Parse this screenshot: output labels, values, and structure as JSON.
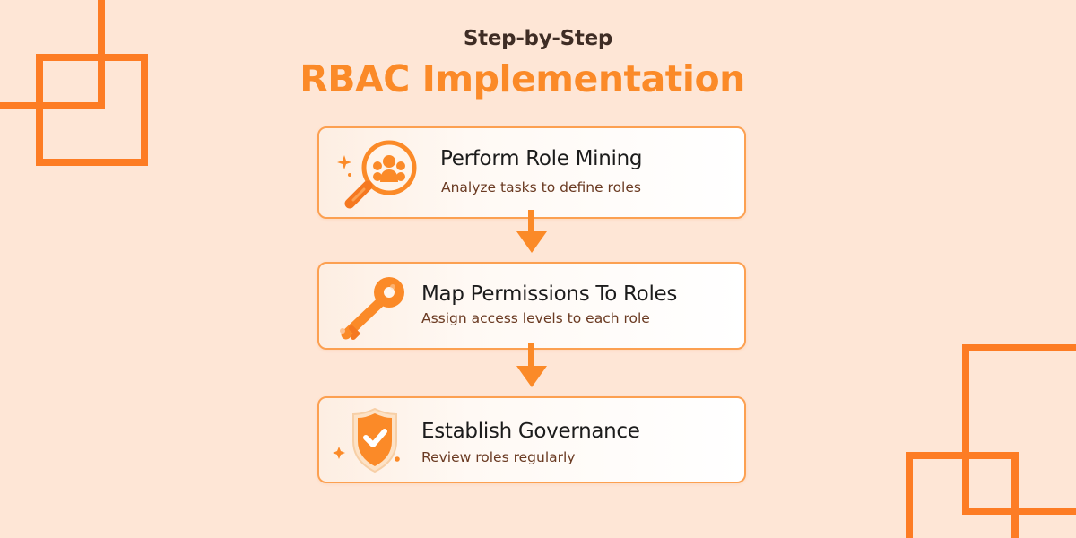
{
  "header": {
    "subtitle": "Step-by-Step",
    "title": "RBAC Implementation"
  },
  "colors": {
    "background": "#fee6d6",
    "accent": "#fd7c24",
    "title": "#fb8a28",
    "subtitle": "#3f2d25",
    "card_border": "#fca051"
  },
  "steps": [
    {
      "title": "Perform Role Mining",
      "description": "Analyze tasks to define roles",
      "icon": "magnifier-users-icon"
    },
    {
      "title": "Map Permissions To Roles",
      "description": "Assign access levels to each role",
      "icon": "key-icon"
    },
    {
      "title": "Establish Governance",
      "description": "Review roles regularly",
      "icon": "shield-check-icon"
    }
  ]
}
